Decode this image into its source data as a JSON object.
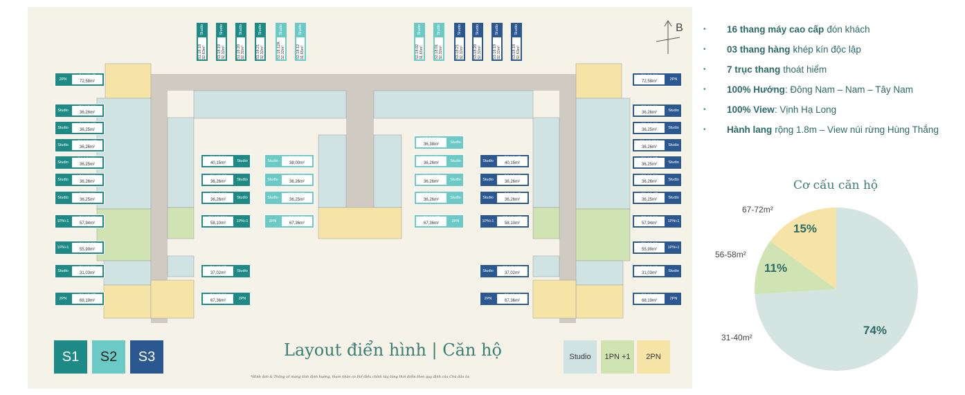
{
  "plan": {
    "compass": "B",
    "title": "Layout điển hình | Căn hộ",
    "note": "*Hình ảnh & Thông số mang tính định hướng, tham khảo có thể điều chỉnh tùy từng thời điểm theo quy định của Chủ đầu tư.",
    "towers": [
      "S1",
      "S2",
      "S3"
    ],
    "tower_colors": {
      "S1": "#1e8a86",
      "S2": "#6ccac6",
      "S3": "#2b5891"
    },
    "unit_types": [
      {
        "label": "Studio",
        "color": "#cfe3e2"
      },
      {
        "label": "1PN +1",
        "color": "#cfe3b3"
      },
      {
        "label": "2PN",
        "color": "#f6e4a6"
      }
    ],
    "top_labels_left": [
      {
        "code": "S1.18.18",
        "area": "32,63m²",
        "type": "Studio"
      },
      {
        "code": "S1.18.19",
        "area": "32,32m²",
        "type": "Studio"
      },
      {
        "code": "S1.18.20",
        "area": "32,32m²",
        "type": "Studio"
      },
      {
        "code": "S1.18.21",
        "area": "32,32m²",
        "type": "Studio"
      },
      {
        "code": "S2.18.12A",
        "area": "32,32m²",
        "type": "Studio"
      },
      {
        "code": "S2.18.12",
        "area": "31,65m²",
        "type": "Studio"
      }
    ],
    "top_labels_right": [
      {
        "code": "S2.18.02",
        "area": "31,65m²",
        "type": "Studio"
      },
      {
        "code": "S2.18.01",
        "area": "32,32m²",
        "type": "Studio"
      },
      {
        "code": "S3.18.21",
        "area": "32,32m²",
        "type": "Studio"
      },
      {
        "code": "S3.18.20",
        "area": "32,32m²",
        "type": "Studio"
      },
      {
        "code": "S3.18.19",
        "area": "32,32m²",
        "type": "Studio"
      },
      {
        "code": "S3.18.18",
        "area": "32,63m²",
        "type": "Studio"
      }
    ],
    "s1_outer": [
      {
        "code": "S1.18.17",
        "area": "72,58m²",
        "type": "2PN"
      },
      {
        "code": "S1.18.16",
        "area": "36,26m²",
        "type": "Studio"
      },
      {
        "code": "S1.18.15",
        "area": "36,25m²",
        "type": "Studio"
      },
      {
        "code": "S1.18.12B",
        "area": "36,26m²",
        "type": "Studio"
      },
      {
        "code": "S1.18.12A",
        "area": "36,25m²",
        "type": "Studio"
      },
      {
        "code": "S1.18.12",
        "area": "36,26m²",
        "type": "Studio"
      },
      {
        "code": "S1.18.11",
        "area": "36,25m²",
        "type": "Studio"
      },
      {
        "code": "S1.18.10",
        "area": "57,94m²",
        "type": "1PN+1"
      },
      {
        "code": "S1.18.09",
        "area": "55,99m²",
        "type": "1PN+1"
      },
      {
        "code": "S1.18.08",
        "area": "31,03m²",
        "type": "Studio"
      },
      {
        "code": "S1.18.07",
        "area": "68,19m²",
        "type": "2PN"
      }
    ],
    "s1_inner": [
      {
        "code": "S1.18.01",
        "area": "40,15m²",
        "type": "Studio"
      },
      {
        "code": "S1.18.02",
        "area": "36,26m²",
        "type": "Studio"
      },
      {
        "code": "S1.18.03",
        "area": "36,26m²",
        "type": "Studio"
      },
      {
        "code": "S1.18.03A",
        "area": "58,10m²",
        "type": "1PN+1"
      },
      {
        "code": "S1.18.05",
        "area": "37,02m²",
        "type": "Studio"
      },
      {
        "code": "S1.18.06",
        "area": "67,36m²",
        "type": "2PN"
      }
    ],
    "s2_left": [
      {
        "code": "S2.18.11",
        "area": "38,00m²",
        "type": "Studio"
      },
      {
        "code": "S2.18.10",
        "area": "36,26m²",
        "type": "Studio"
      },
      {
        "code": "S2.18.09",
        "area": "36,25m²",
        "type": "Studio"
      },
      {
        "code": "S2.18.08",
        "area": "67,36m²",
        "type": "2PN"
      }
    ],
    "s2_right": [
      {
        "code": "S2.18.03",
        "area": "36,38m²",
        "type": "Studio"
      },
      {
        "code": "S2.18.03A",
        "area": "36,26m²",
        "type": "Studio"
      },
      {
        "code": "S2.18.05",
        "area": "36,26m²",
        "type": "Studio"
      },
      {
        "code": "S2.18.06",
        "area": "36,26m²",
        "type": "Studio"
      },
      {
        "code": "S2.18.07",
        "area": "67,36m²",
        "type": "2PN"
      }
    ],
    "s3_inner": [
      {
        "code": "S3.18.17",
        "area": "40,15m²",
        "type": "Studio"
      },
      {
        "code": "S3.18.16",
        "area": "36,26m²",
        "type": "Studio"
      },
      {
        "code": "S3.18.15",
        "area": "36,26m²",
        "type": "Studio"
      },
      {
        "code": "S3.18.12B",
        "area": "58,10m²",
        "type": "1PN+1"
      },
      {
        "code": "S3.18.12A",
        "area": "37,02m²",
        "type": "Studio"
      },
      {
        "code": "S3.18.12",
        "area": "67,36m²",
        "type": "2PN"
      }
    ],
    "s3_outer": [
      {
        "code": "S3.18.01",
        "area": "72,58m²",
        "type": "2PN"
      },
      {
        "code": "S3.18.02",
        "area": "36,26m²",
        "type": "Studio"
      },
      {
        "code": "S3.18.03",
        "area": "36,25m²",
        "type": "Studio"
      },
      {
        "code": "S3.18.03A",
        "area": "36,26m²",
        "type": "Studio"
      },
      {
        "code": "S3.18.05",
        "area": "36,25m²",
        "type": "Studio"
      },
      {
        "code": "S3.18.06",
        "area": "36,26m²",
        "type": "Studio"
      },
      {
        "code": "S3.18.07",
        "area": "36,25m²",
        "type": "Studio"
      },
      {
        "code": "S3.18.08",
        "area": "57,94m²",
        "type": "1PN+1"
      },
      {
        "code": "S3.18.09",
        "area": "55,99m²",
        "type": "1PN+1"
      },
      {
        "code": "S3.18.10",
        "area": "31,03m²",
        "type": "Studio"
      },
      {
        "code": "S3.18.11",
        "area": "68,19m²",
        "type": "2PN"
      }
    ]
  },
  "features": [
    {
      "bold": "16 thang máy cao cấp",
      "rest": "đón khách"
    },
    {
      "bold": "03 thang hàng",
      "rest": "khép kín độc lập"
    },
    {
      "bold": "7 trục thang",
      "rest": "thoát hiểm"
    },
    {
      "bold": "100% Hướng",
      "rest": ": Đông Nam – Nam – Tây Nam"
    },
    {
      "bold": "100% View",
      "rest": ": Vịnh Hạ Long"
    },
    {
      "bold": "Hành lang",
      "rest": "rộng 1.8m – View núi rừng Hùng Thắng"
    }
  ],
  "chart_data": {
    "type": "pie",
    "title": "Cơ cấu căn hộ",
    "categories": [
      "31-40m²",
      "56-58m²",
      "67-72m²"
    ],
    "values": [
      74,
      11,
      15
    ],
    "labels": [
      "74%",
      "11%",
      "15%"
    ],
    "colors": [
      "#d3e4e1",
      "#cfe3b3",
      "#f6e4a6"
    ]
  }
}
